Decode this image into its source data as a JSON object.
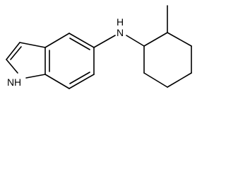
{
  "molecule": {
    "labels": {
      "nh_indole": "N",
      "nh_indole_h": "H",
      "nh_amine": "N",
      "nh_amine_h": "H"
    },
    "colors": {
      "bond": "#000000",
      "text": "#000000",
      "background": "#ffffff"
    }
  }
}
